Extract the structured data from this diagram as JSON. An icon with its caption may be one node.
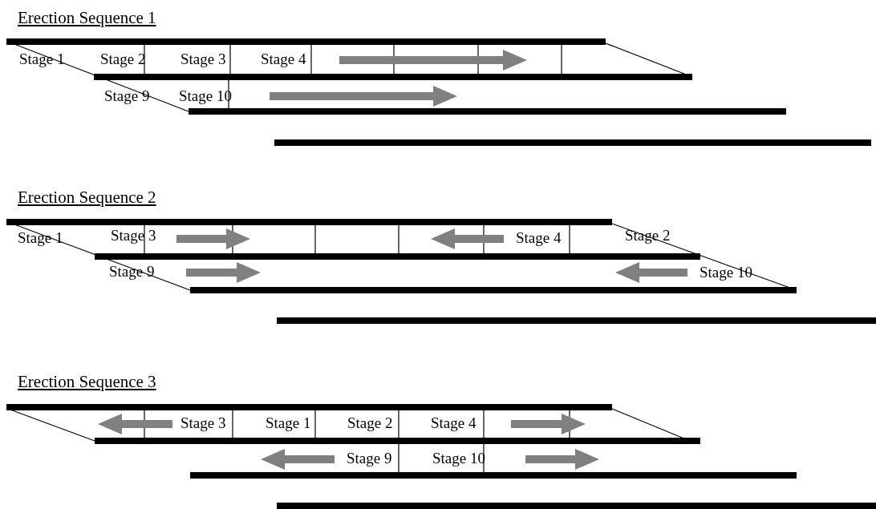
{
  "diagram": {
    "labels": [
      "Erection Sequence 1",
      "Stage 1",
      "Stage 2",
      "Stage 3",
      "Stage 4",
      "Stage 9",
      "Stage 10",
      "Erection Sequence 2",
      "Stage 1",
      "Stage 3",
      "Stage 4",
      "Stage 2",
      "Stage 9",
      "Stage 10",
      "Erection Sequence 3",
      "Stage 3",
      "Stage 1",
      "Stage 2",
      "Stage 4",
      "Stage 9",
      "Stage 10"
    ]
  }
}
